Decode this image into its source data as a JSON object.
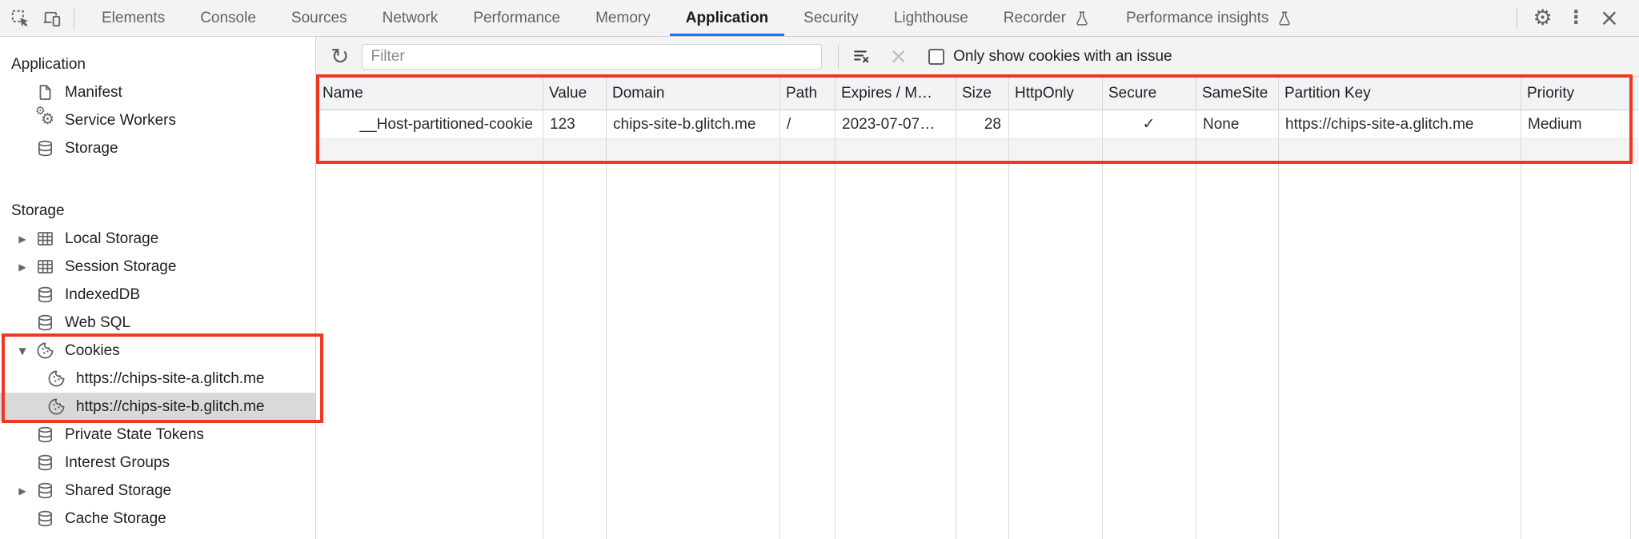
{
  "tabbar": {
    "tabs": [
      {
        "label": "Elements"
      },
      {
        "label": "Console"
      },
      {
        "label": "Sources"
      },
      {
        "label": "Network"
      },
      {
        "label": "Performance"
      },
      {
        "label": "Memory"
      },
      {
        "label": "Application",
        "selected": true
      },
      {
        "label": "Security"
      },
      {
        "label": "Lighthouse"
      },
      {
        "label": "Recorder",
        "experimental": true
      },
      {
        "label": "Performance insights",
        "experimental": true
      }
    ],
    "right_icons": [
      "settings-gear",
      "kebab-menu",
      "close"
    ],
    "gear_glyph": "⚙",
    "kebab_glyph": "⋮",
    "close_glyph": "×"
  },
  "sidebar": {
    "application_section": {
      "title": "Application",
      "items": [
        {
          "label": "Manifest",
          "icon": "file-icon"
        },
        {
          "label": "Service Workers",
          "icon": "gears-icon"
        },
        {
          "label": "Storage",
          "icon": "database-icon"
        }
      ]
    },
    "storage_section": {
      "title": "Storage",
      "items": [
        {
          "label": "Local Storage",
          "icon": "table-icon",
          "expander": "collapsed"
        },
        {
          "label": "Session Storage",
          "icon": "table-icon",
          "expander": "collapsed"
        },
        {
          "label": "IndexedDB",
          "icon": "database-icon"
        },
        {
          "label": "Web SQL",
          "icon": "database-icon"
        },
        {
          "label": "Cookies",
          "icon": "cookie-icon",
          "expander": "expanded",
          "highlighted": true,
          "children": [
            {
              "label": "https://chips-site-a.glitch.me",
              "icon": "cookie-icon"
            },
            {
              "label": "https://chips-site-b.glitch.me",
              "icon": "cookie-icon",
              "selected": true
            }
          ]
        },
        {
          "label": "Private State Tokens",
          "icon": "database-icon"
        },
        {
          "label": "Interest Groups",
          "icon": "database-icon"
        },
        {
          "label": "Shared Storage",
          "icon": "database-icon",
          "expander": "collapsed"
        },
        {
          "label": "Cache Storage",
          "icon": "database-icon"
        }
      ]
    },
    "expander_collapsed_glyph": "▶",
    "expander_expanded_glyph": "▼"
  },
  "cookies_toolbar": {
    "refresh_glyph": "↻",
    "filter_placeholder": "Filter",
    "filter_value": "",
    "only_issue_label": "Only show cookies with an issue",
    "only_issue_checked": false
  },
  "cookie_table": {
    "columns": [
      "Name",
      "Value",
      "Domain",
      "Path",
      "Expires / M…",
      "Size",
      "HttpOnly",
      "Secure",
      "SameSite",
      "Partition Key",
      "Priority"
    ],
    "rows": [
      {
        "name": "__Host-partitioned-cookie",
        "value": "123",
        "domain": "chips-site-b.glitch.me",
        "path": "/",
        "expires": "2023-07-07…",
        "size": "28",
        "http_only": "",
        "secure": "✓",
        "same_site": "None",
        "partition_key": "https://chips-site-a.glitch.me",
        "priority": "Medium"
      }
    ]
  },
  "colors": {
    "annotation_red": "#ef3822",
    "selected_tab_underline": "#1a73e8",
    "selected_item_bg": "#d9d9d9",
    "toolbar_bg": "#f3f3f3",
    "table_header_bg": "#f1f3f4"
  }
}
